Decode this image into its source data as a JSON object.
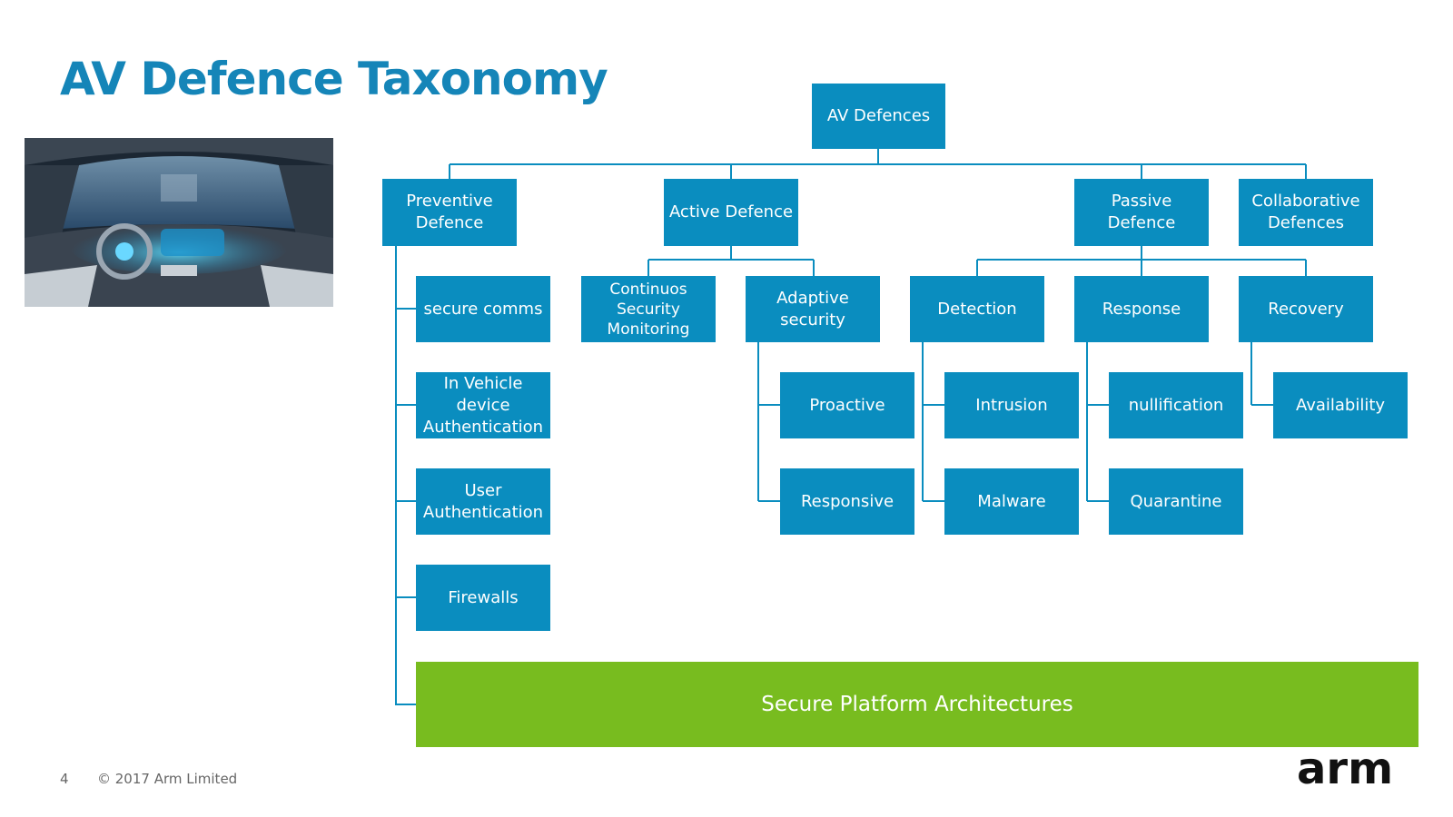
{
  "slide": {
    "title": "AV Defence Taxonomy",
    "page_number": "4",
    "copyright": "© 2017 Arm Limited",
    "logo_text": "arm"
  },
  "image": {
    "icon": "car-interior-photo"
  },
  "diagram": {
    "root": "AV Defences",
    "categories": {
      "preventive": "Preventive Defence",
      "active": "Active Defence",
      "passive": "Passive Defence",
      "collaborative": "Collaborative Defences"
    },
    "preventive_items": [
      "secure comms",
      "In Vehicle device Authentication",
      "User Authentication",
      "Firewalls"
    ],
    "active_items": {
      "continuous": "Continuos Security Monitoring",
      "adaptive": "Adaptive security"
    },
    "adaptive_items": [
      "Proactive",
      "Responsive"
    ],
    "passive_items": {
      "detection": "Detection",
      "response": "Response",
      "recovery": "Recovery"
    },
    "detection_items": [
      "Intrusion",
      "Malware"
    ],
    "response_items": [
      "nullification",
      "Quarantine"
    ],
    "recovery_items": [
      "Availability"
    ],
    "platform": "Secure Platform Architectures"
  },
  "colors": {
    "title": "#1585b8",
    "box": "#0a8dbf",
    "platform": "#78bc1f",
    "connector": "#0a8dbf"
  }
}
